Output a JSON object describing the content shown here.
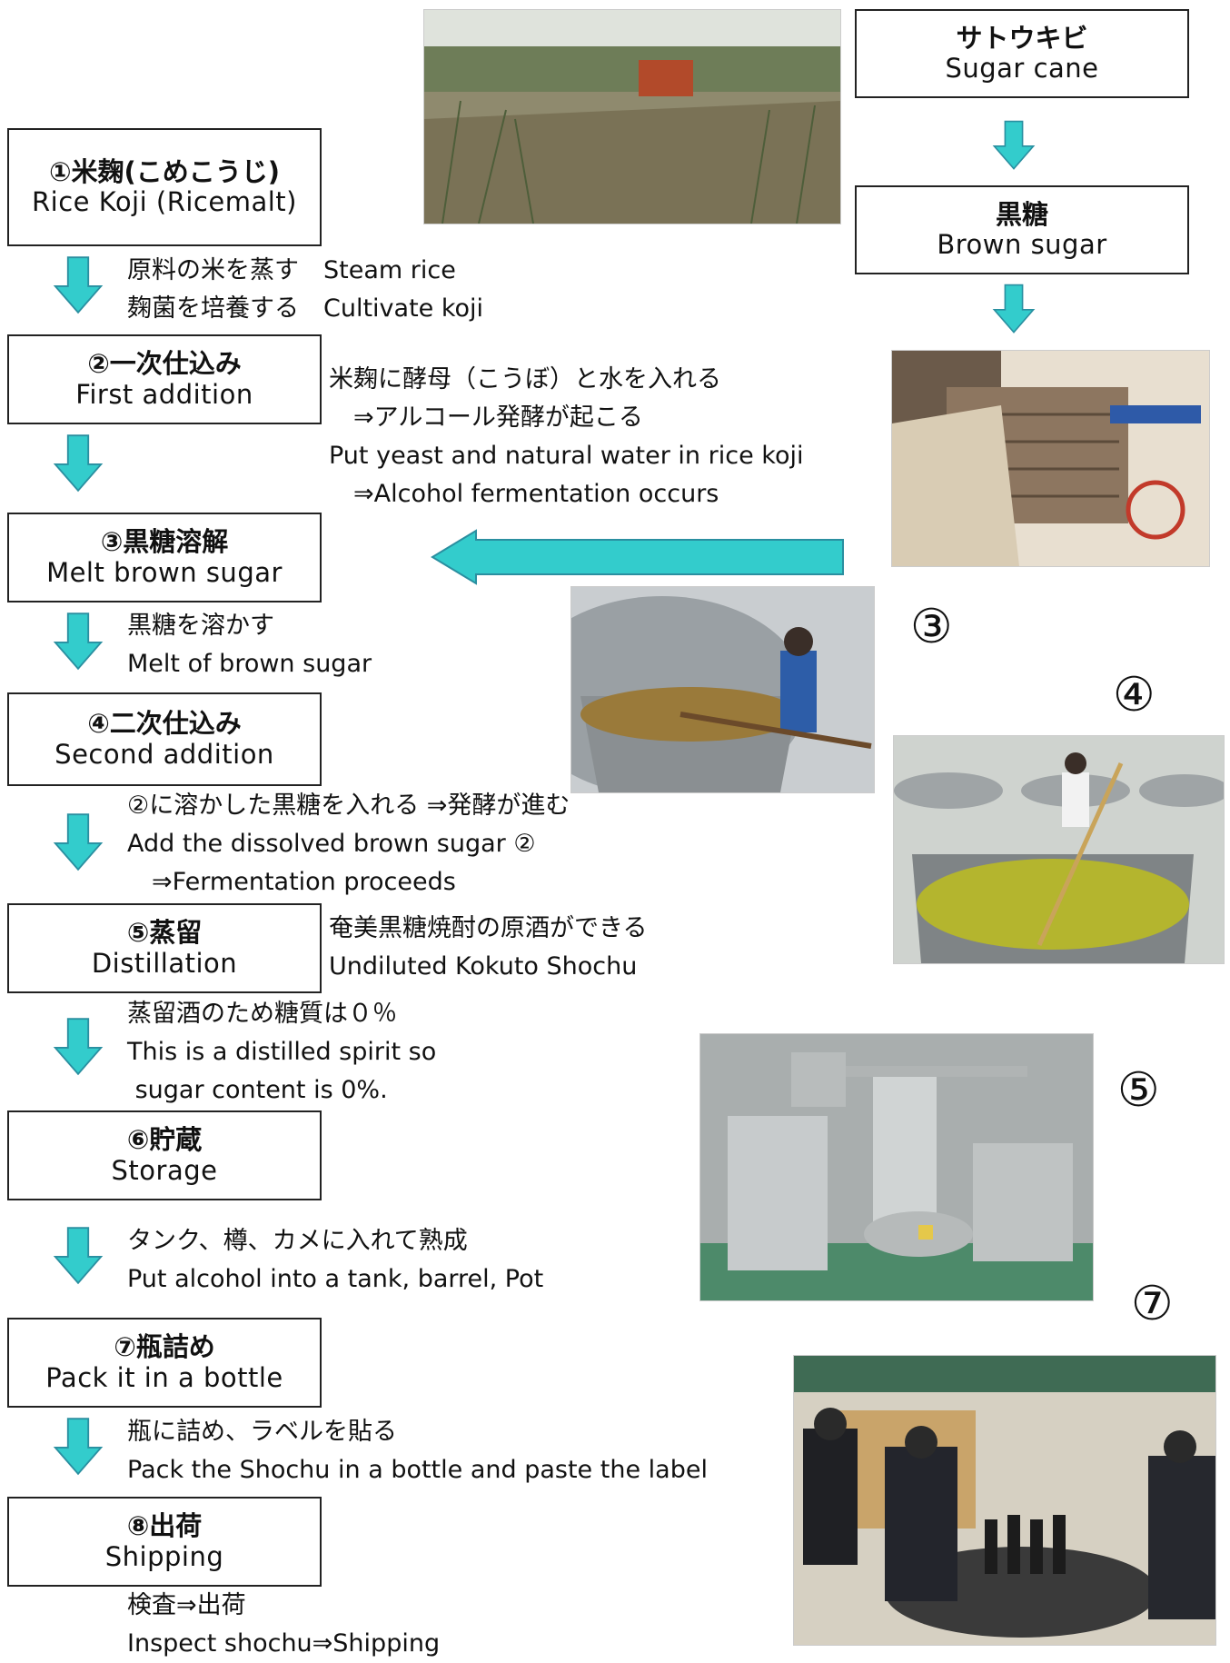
{
  "colors": {
    "arrow_fill": "#33cccc",
    "arrow_stroke": "#2a8fa0",
    "box_border": "#222222"
  },
  "steps": [
    {
      "jp": "①米麹(こめこうじ)",
      "en": "Rice Koji (Ricemalt)"
    },
    {
      "jp": "②一次仕込み",
      "en": "First addition"
    },
    {
      "jp": "③黒糖溶解",
      "en": "Melt brown sugar"
    },
    {
      "jp": "④二次仕込み",
      "en": "Second addition"
    },
    {
      "jp": "⑤蒸留",
      "en": "Distillation"
    },
    {
      "jp": "⑥貯蔵",
      "en": "Storage"
    },
    {
      "jp": "⑦瓶詰め",
      "en": "Pack it in a bottle"
    },
    {
      "jp": "⑧出荷",
      "en": "Shipping"
    }
  ],
  "notes": {
    "step1": "原料の米を蒸す　Steam rice\n麹菌を培養する　Cultivate koji",
    "step2": "米麹に酵母（こうぼ）と水を入れる\n　⇒アルコール発酵が起こる\nPut yeast and natural water in rice koji\n　⇒Alcohol fermentation occurs",
    "step3": "黒糖を溶かす\nMelt of brown sugar",
    "step4": "②に溶かした黒糖を入れる ⇒発酵が進む\nAdd the dissolved brown sugar ②\n　⇒Fermentation proceeds",
    "step5": "奄美黒糖焼酎の原酒ができる\nUndiluted Kokuto Shochu",
    "step5b": "蒸留酒のため糖質は０％\nThis is a distilled spirit so\n sugar content is 0%.",
    "step6": "タンク、樽、カメに入れて熟成\nPut alcohol into a tank, barrel, Pot",
    "step7": "瓶に詰め、ラベルを貼る\nPack the Shochu in a bottle and paste the label",
    "step8": "検査⇒出荷\nInspect shochu⇒Shipping"
  },
  "right_chain": [
    {
      "jp": "サトウキビ",
      "en": "Sugar cane"
    },
    {
      "jp": "黒糖",
      "en": "Brown sugar"
    }
  ],
  "photo_labels": [
    "③",
    "④",
    "⑤",
    "⑦"
  ]
}
